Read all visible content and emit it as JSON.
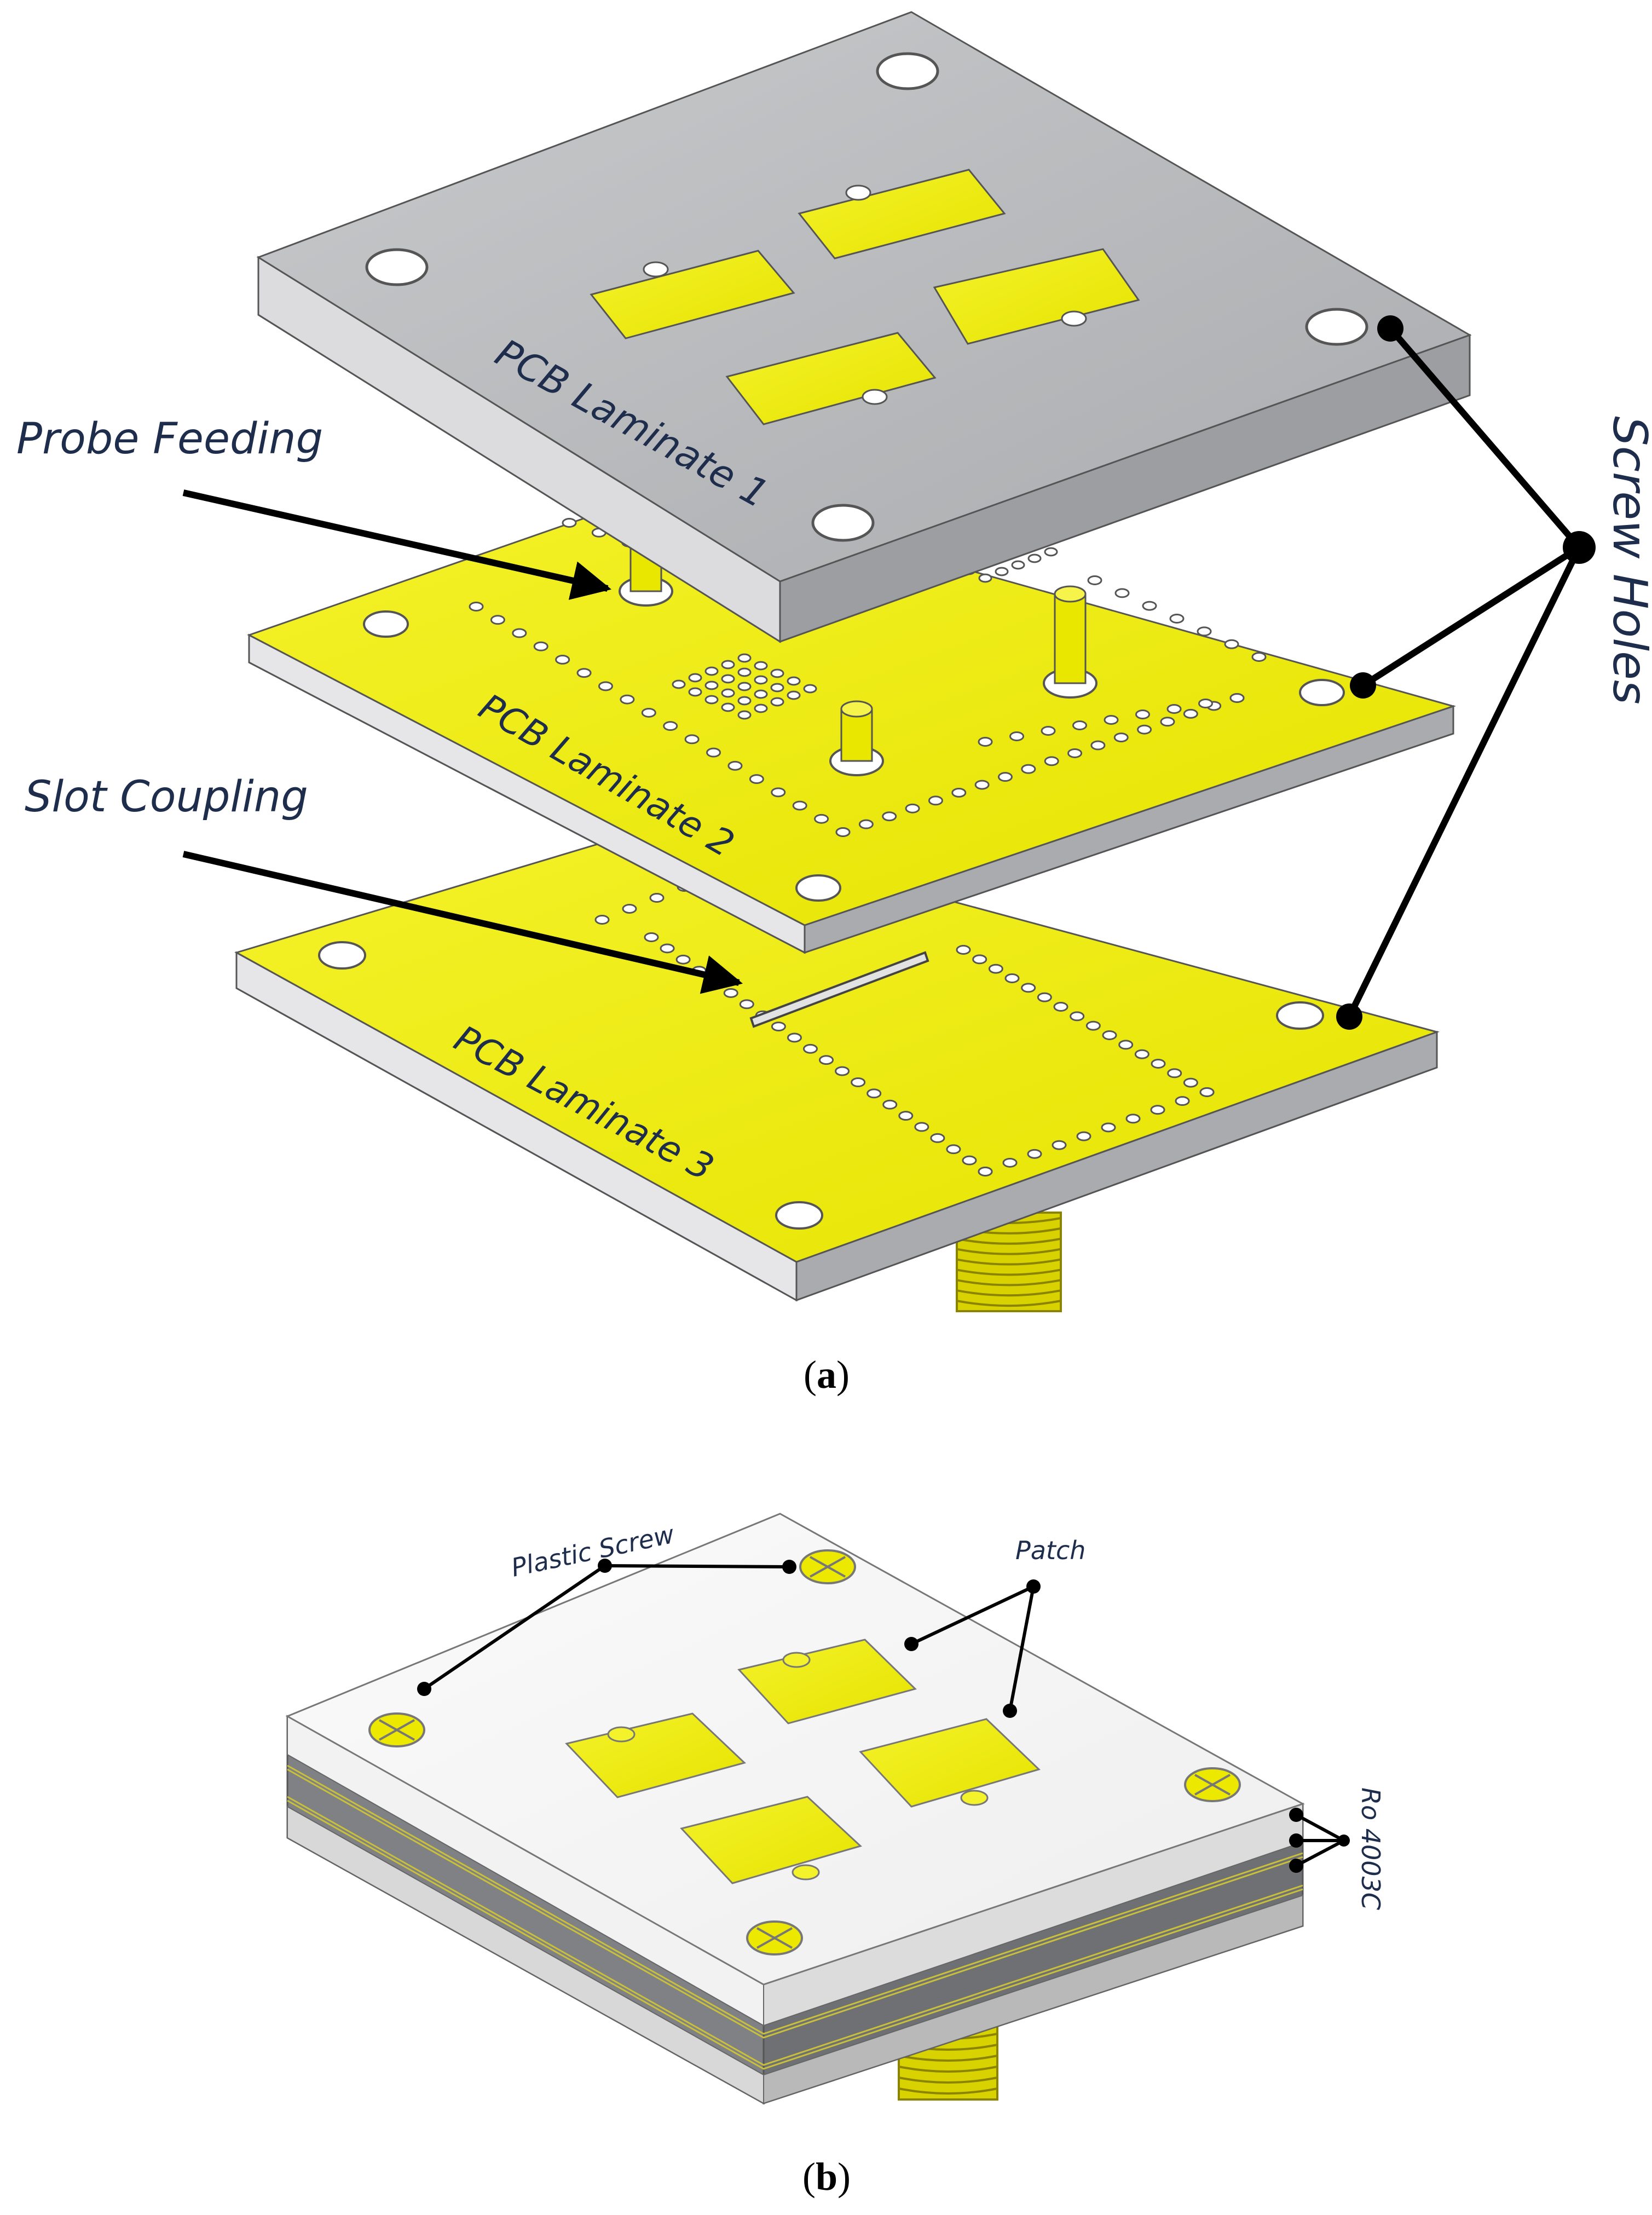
{
  "figure": {
    "panel_a": {
      "caption_open": "(",
      "caption_letter": "a",
      "caption_close": ")",
      "labels": {
        "laminate1": "PCB Laminate 1",
        "laminate2": "PCB Laminate 2",
        "laminate3": "PCB Laminate 3",
        "probe_feeding": "Probe Feeding",
        "slot_coupling": "Slot Coupling",
        "screw_holes": "Screw Holes"
      }
    },
    "panel_b": {
      "caption_open": "(",
      "caption_letter": "b",
      "caption_close": ")",
      "labels": {
        "plastic_screw": "Plastic Screw",
        "patch": "Patch",
        "substrate": "Ro 4003C"
      }
    }
  },
  "colors": {
    "copper": "#f0ee20",
    "copper_dark": "#d9d500",
    "substrate_grey": "#b9bbbe",
    "substrate_side": "#8e9094",
    "white_top": "#f7f7f7",
    "label_text": "#1f2d4d",
    "annotation_line": "#000000"
  }
}
